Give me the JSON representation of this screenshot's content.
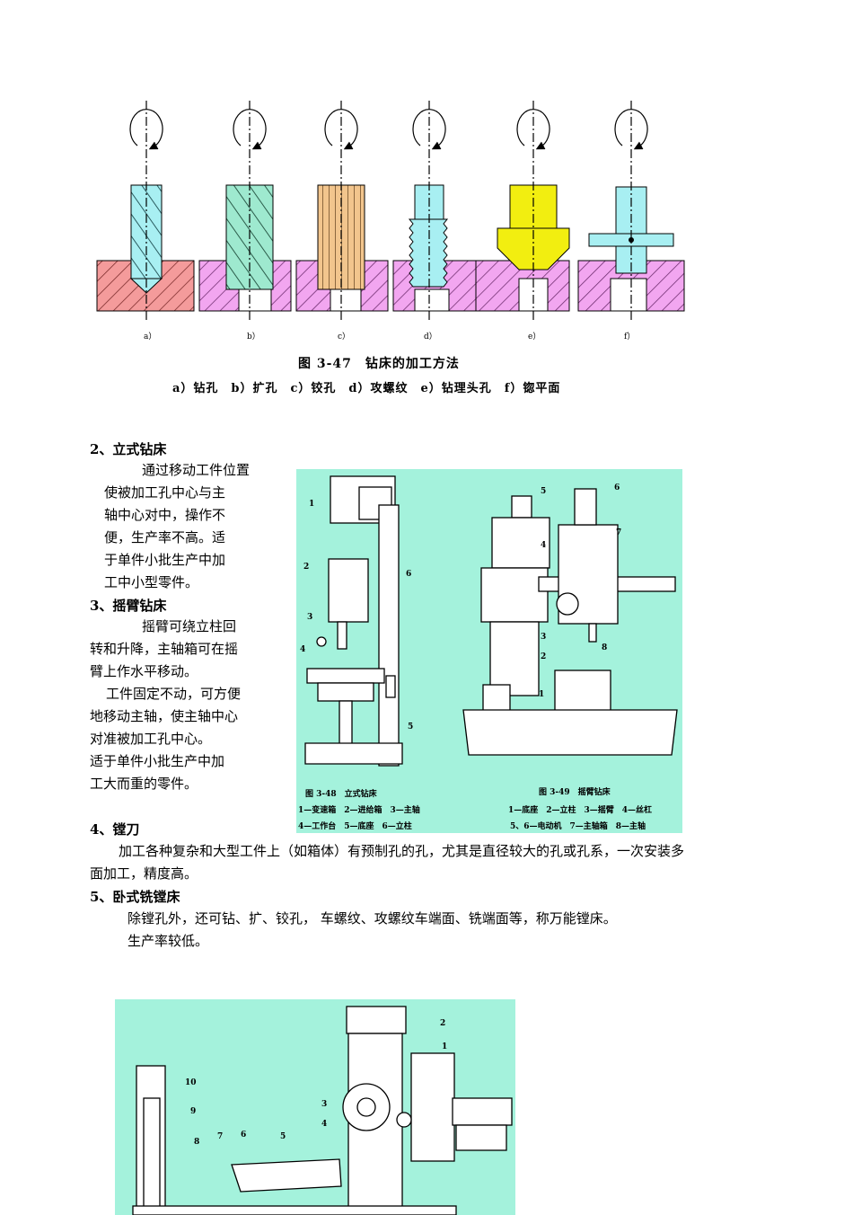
{
  "figure1": {
    "sublabels": [
      "a）",
      "b）",
      "c）",
      "d）",
      "e）",
      "f）"
    ],
    "title": "图 3-47　钻床的加工方法",
    "subtitle": "a）钻孔　b）扩孔　c）铰孔　d）攻螺纹　e）钻理头孔　f）锪平面"
  },
  "section2": {
    "heading": "2、立式钻床",
    "lines": [
      "通过移动工件位置",
      "使被加工孔中心与主",
      "轴中心对中，操作不",
      "便，生产率不高。适",
      "于单件小批生产中加",
      "工中小型零件。"
    ]
  },
  "section3": {
    "heading": "3、摇臂钻床",
    "lines": [
      "摇臂可绕立柱回",
      "转和升降，主轴箱可在摇",
      "臂上作水平移动。",
      "工件固定不动，可方便",
      "地移动主轴，使主轴中心",
      "对准被加工孔中心。",
      "适于单件小批生产中加",
      "工大而重的零件。"
    ]
  },
  "figure2": {
    "left_caption": "图 3-48　立式钻床",
    "left_legend_1": "1—变速箱　2—进给箱　3—主轴",
    "left_legend_2": "4—工作台　5—底座　6—立柱",
    "right_caption": "图 3-49　摇臂钻床",
    "right_legend_1": "1—底座　2—立柱　3—摇臂　4—丝杠",
    "right_legend_2": "5、6—电动机　7—主轴箱　8—主轴",
    "left_numbers": [
      "1",
      "2",
      "3",
      "4",
      "5",
      "6"
    ],
    "right_numbers": [
      "1",
      "2",
      "3",
      "4",
      "5",
      "6",
      "7",
      "8"
    ]
  },
  "section4": {
    "heading": "4、镗刀",
    "line1": "加工各种复杂和大型工件上（如箱体）有预制孔的孔，尤其是直径较大的孔或孔系，一次安装多",
    "line2": "面加工，精度高。"
  },
  "section5": {
    "heading": "5、卧式铣镗床",
    "line1": "除镗孔外，还可钻、扩、铰孔， 车螺纹、攻螺纹车端面、铣端面等，称万能镗床。",
    "line2": "生产率较低。"
  },
  "figure3": {
    "numbers": [
      "2",
      "1",
      "10",
      "9",
      "3",
      "4",
      "8",
      "7",
      "6",
      "5"
    ]
  }
}
